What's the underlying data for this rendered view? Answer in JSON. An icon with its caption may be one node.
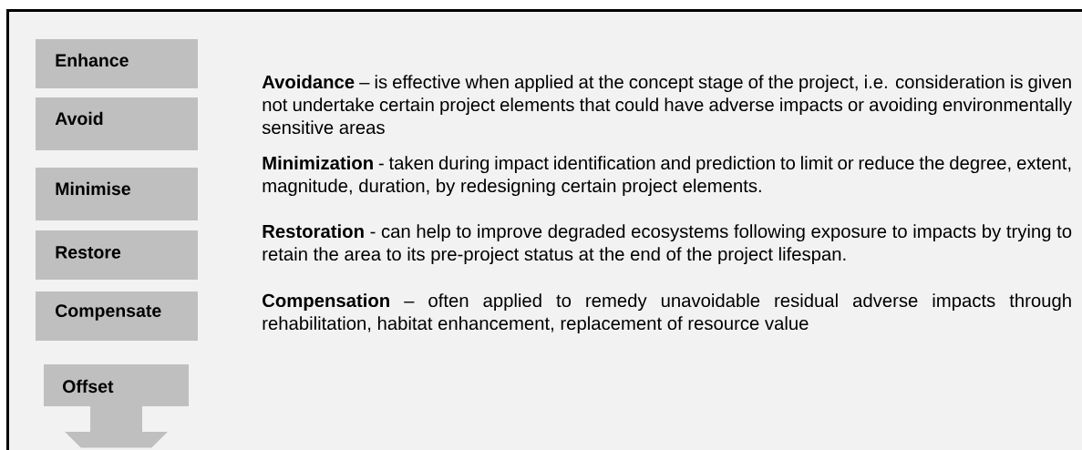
{
  "diagram": {
    "nodes": [
      {
        "text": [
          "Enhance"
        ]
      },
      {
        "text": [
          "Avoid"
        ]
      },
      {
        "text": [
          "Minimise"
        ]
      },
      {
        "text": [
          "Restore"
        ]
      },
      {
        "text": [
          "Compensate"
        ]
      },
      {
        "text": [
          "Offset"
        ]
      }
    ],
    "labels": [
      "**Avoidance** – is effective when applied at the concept stage of the project, i.e. consideration is given not undertake certain project elements  that could have adverse impacts or avoiding environmentally sensitive areas",
      "**Minimization** - taken during impact identification and prediction to limit or reduce the degree, extent, magnitude, duration, by redesigning certain project elements.",
      "**Restoration** - can help to improve degraded ecosystems following exposure to impacts by trying to retain the area to its pre-project status at the end of the project lifespan.",
      "**Compensation** – often applied to remedy unavoidable residual adverse impacts through rehabilitation, habitat enhancement, replacement of resource value"
    ]
  }
}
